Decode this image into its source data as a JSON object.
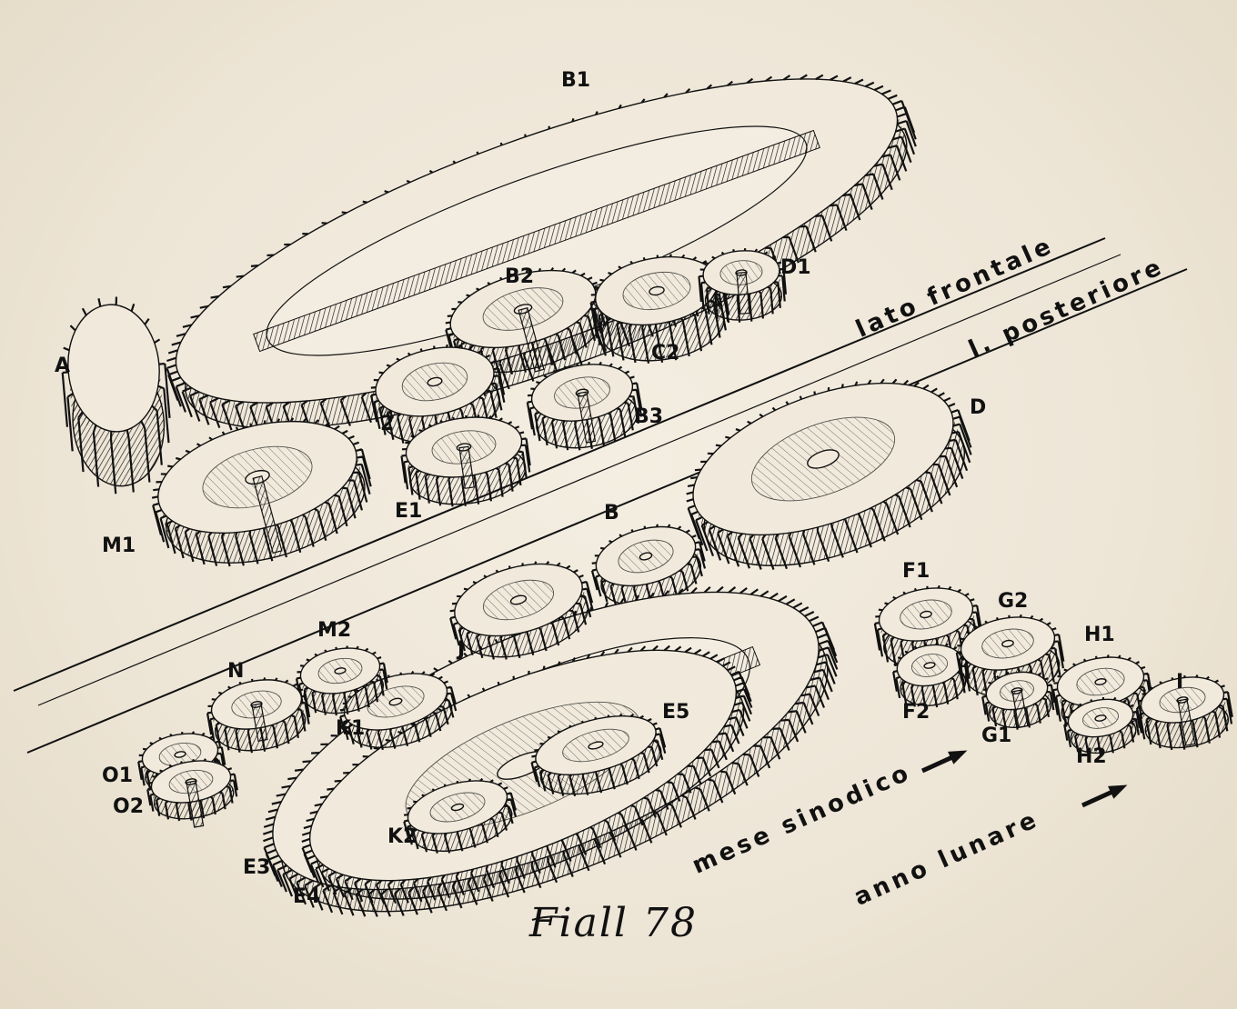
{
  "labels": {
    "A": "A",
    "B1": "B1",
    "B2": "B2",
    "B3": "B3",
    "C2": "C2",
    "D1": "D1",
    "D": "D",
    "E1": "E1",
    "E2_partial": "2",
    "M1": "M1",
    "B": "B",
    "F1": "F1",
    "F2": "F2",
    "G2": "G2",
    "G1": "G1",
    "H1": "H1",
    "H2": "H2",
    "I": "I",
    "M2": "M2",
    "N": "N",
    "J": "J",
    "K1": "K1",
    "K2": "K2",
    "E5": "E5",
    "O1": "O1",
    "O2": "O2",
    "E3": "E3",
    "E4": "E4"
  },
  "sides": {
    "front": "lato frontale",
    "back": "l. posteriore"
  },
  "annotations": {
    "synodic_month": "mese sinodico",
    "lunar_year": "anno lunare"
  },
  "signature": "Fiall 78",
  "colors": {
    "paper": "#efe8da",
    "ink": "#111111"
  }
}
